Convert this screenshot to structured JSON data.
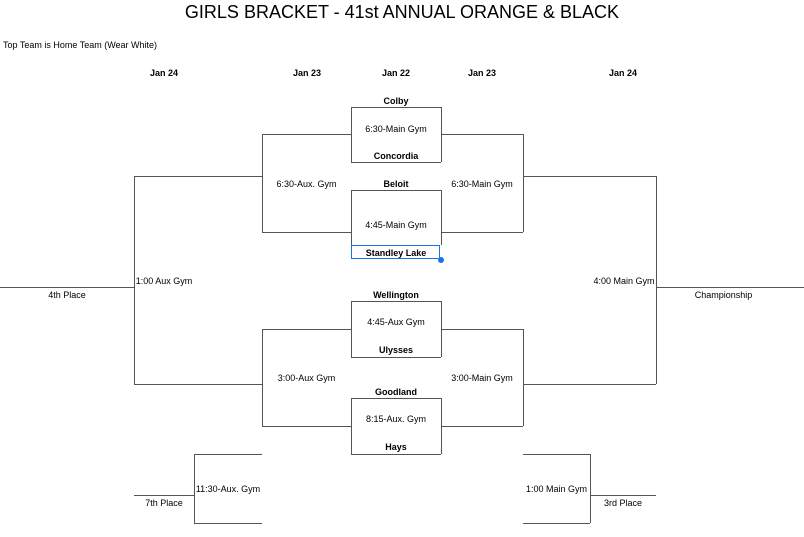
{
  "header": {
    "title": "GIRLS BRACKET - 41st ANNUAL ORANGE & BLACK",
    "note": "Top Team is Home Team (Wear White)"
  },
  "dates": {
    "col1": "Jan 24",
    "col2": "Jan 23",
    "col3": "Jan 22",
    "col4": "Jan 23",
    "col5": "Jan 24"
  },
  "teams": {
    "t1": "Colby",
    "t2": "Concordia",
    "t3": "Beloit",
    "t4": "Standley Lake",
    "t5": "Wellington",
    "t6": "Ulysses",
    "t7": "Goodland",
    "t8": "Hays"
  },
  "games": {
    "g1": "6:30-Main Gym",
    "g2": "4:45-Main Gym",
    "g3": "4:45-Aux Gym",
    "g4": "8:15-Aux. Gym",
    "semi_left_top": "6:30-Aux. Gym",
    "semi_right_top": "6:30-Main Gym",
    "semi_left_bottom": "3:00-Aux Gym",
    "semi_right_bottom": "3:00-Main Gym",
    "fourth_place_game": "1:00 Aux Gym",
    "championship_game": "4:00 Main Gym",
    "seventh_place_game": "11:30-Aux. Gym",
    "third_place_game": "1:00 Main Gym"
  },
  "places": {
    "fourth": "4th Place",
    "championship": "Championship",
    "seventh": "7th Place",
    "third": "3rd Place"
  }
}
